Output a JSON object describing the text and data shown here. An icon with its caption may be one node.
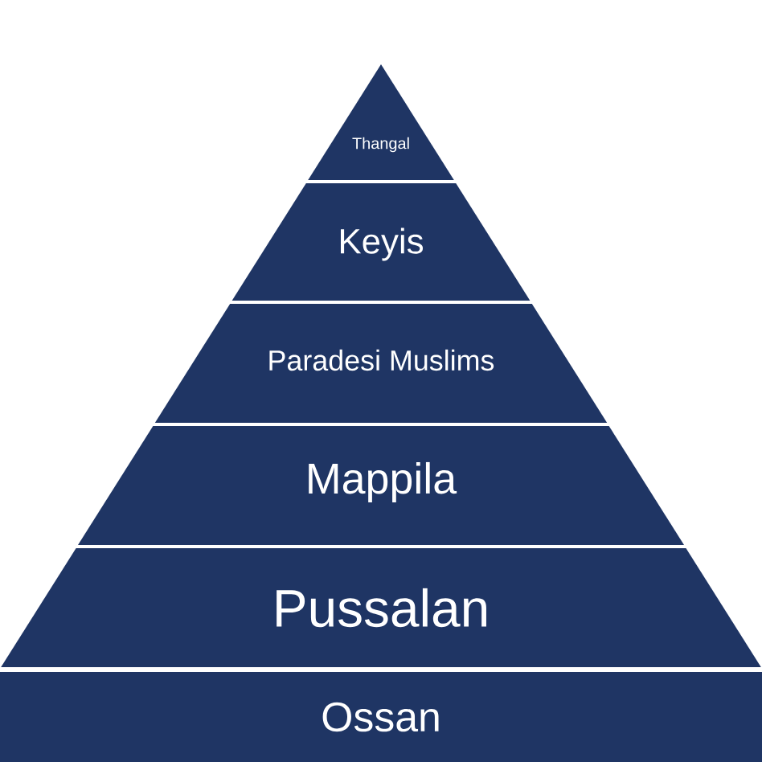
{
  "diagram": {
    "nodes": [
      {
        "text": [
          "Thangal"
        ]
      },
      {
        "text": [
          "Keyis"
        ]
      },
      {
        "text": [
          "Paradesi Muslims"
        ]
      },
      {
        "text": [
          "Mappila"
        ]
      },
      {
        "text": [
          "Pussalan"
        ]
      },
      {
        "text": [
          "Ossan"
        ]
      }
    ]
  }
}
